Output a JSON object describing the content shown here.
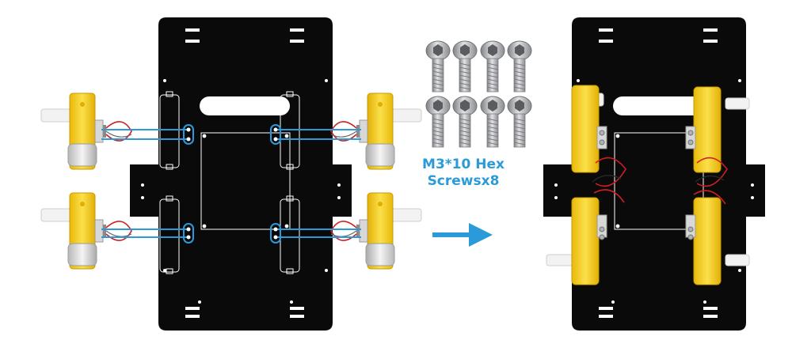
{
  "caption": {
    "line1": "M3*10 Hex",
    "line2": "Screwsx8"
  },
  "colors": {
    "plate": "#0a0a0a",
    "motor_yellow": "#f7d21a",
    "shaft_white": "#f2f2f2",
    "screw_silver": "#a9abad",
    "link_blue": "#2a9bd8",
    "arrow_blue": "#2a9bd8"
  },
  "icons": {
    "screw": "hex-screw-icon",
    "arrow": "right-arrow-icon"
  },
  "screws": {
    "count": 8
  }
}
